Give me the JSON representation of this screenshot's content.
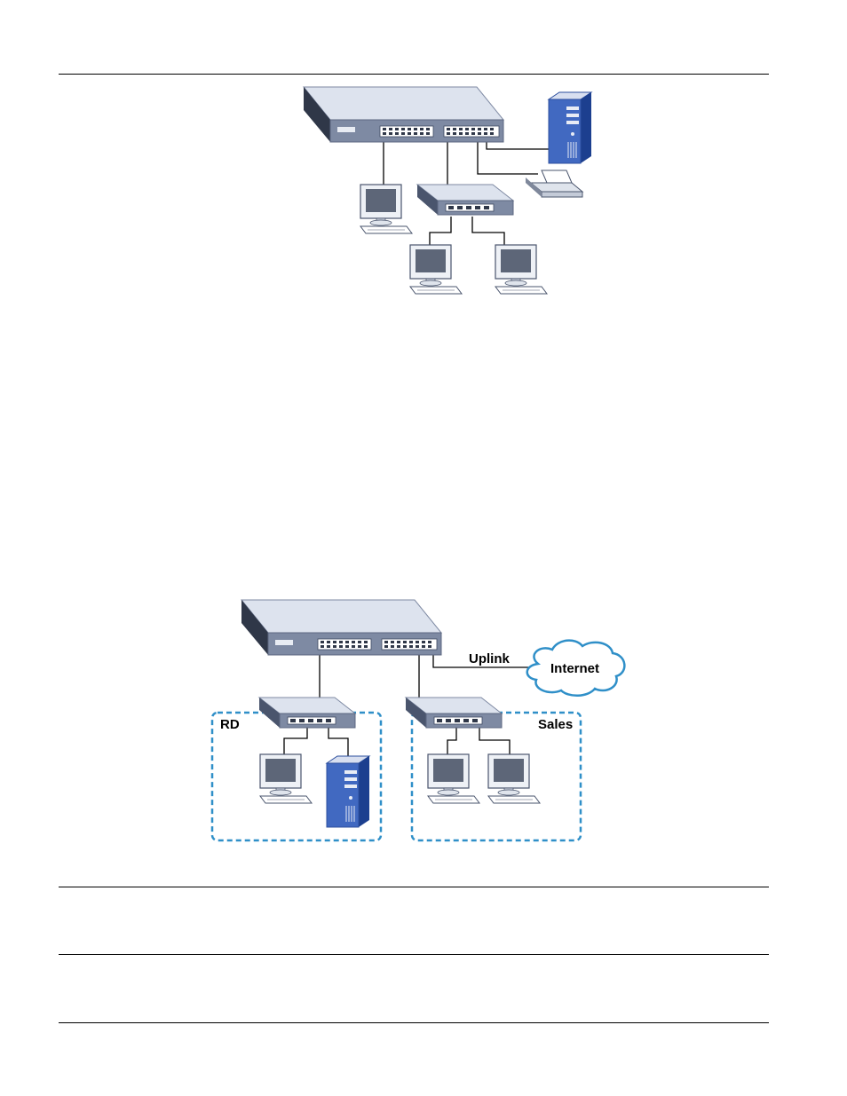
{
  "diagram2": {
    "uplink_label": "Uplink",
    "internet_label": "Internet",
    "group_rd_label": "RD",
    "group_sales_label": "Sales",
    "group_border_color": "#2f8fc8"
  }
}
